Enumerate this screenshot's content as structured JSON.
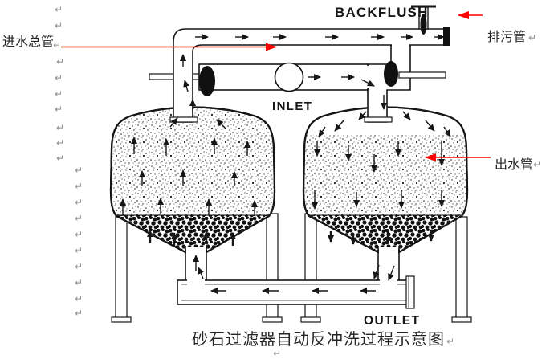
{
  "labels": {
    "backflush": "BACKFLUSH",
    "inlet": "INLET",
    "outlet": "OUTLET",
    "inlet_main_pipe": "进水总管",
    "drain_pipe": "排污管",
    "outlet_pipe": "出水管"
  },
  "caption": "砂石过滤器自动反冲洗过程示意图",
  "colors": {
    "line_art": "#161616",
    "callout_red": "#fe0000",
    "paragraph_mark_gray": "#8f8f8f",
    "background": "#ffffff"
  },
  "paragraph_mark": "↵"
}
